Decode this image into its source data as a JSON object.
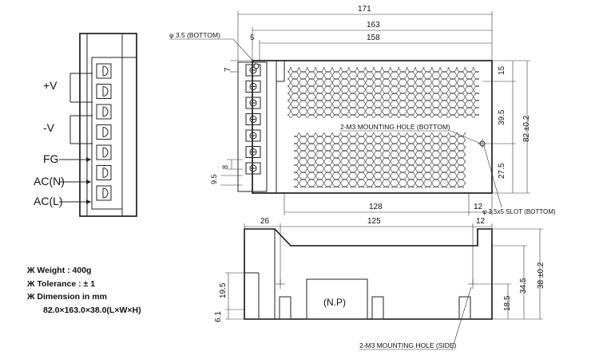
{
  "terminal_labels": [
    "+V",
    "-V",
    "FG",
    "AC(N)",
    "AC(L)"
  ],
  "top_view": {
    "dim_171": "171",
    "dim_163": "163",
    "dim_158": "158",
    "dim_5": "5",
    "dim_7": "7",
    "dim_15": "15",
    "dim_39_5": "39.5",
    "dim_82": "82 ±0.2",
    "dim_27_5": "27.5",
    "dim_128": "128",
    "dim_12": "12",
    "dim_8": "8",
    "dim_9_5": "9.5",
    "hole_bottom": "φ 3.5 (BOTTOM)",
    "mounting_bottom": "2-M3 MOUNTING HOLE (BOTTOM)",
    "slot_bottom": "φ 3.5x5 SLOT (BOTTOM)"
  },
  "side_view": {
    "dim_26": "26",
    "dim_125": "125",
    "dim_12": "12",
    "dim_19_5": "19.5",
    "dim_6_1": "6.1",
    "dim_18_5": "18.5",
    "dim_34_5": "34.5",
    "dim_38": "38 ±0.2",
    "np_label": "(N.P)",
    "mounting_side": "2-M3 MOUNTING HOLE (SIDE)"
  },
  "specs": {
    "weight": "Ж Weight : 400g",
    "tolerance": "Ж Tolerance : ± 1",
    "dimension": "Ж Dimension in mm",
    "dimension_value": "82.0×163.0×38.0(L×W×H)"
  }
}
